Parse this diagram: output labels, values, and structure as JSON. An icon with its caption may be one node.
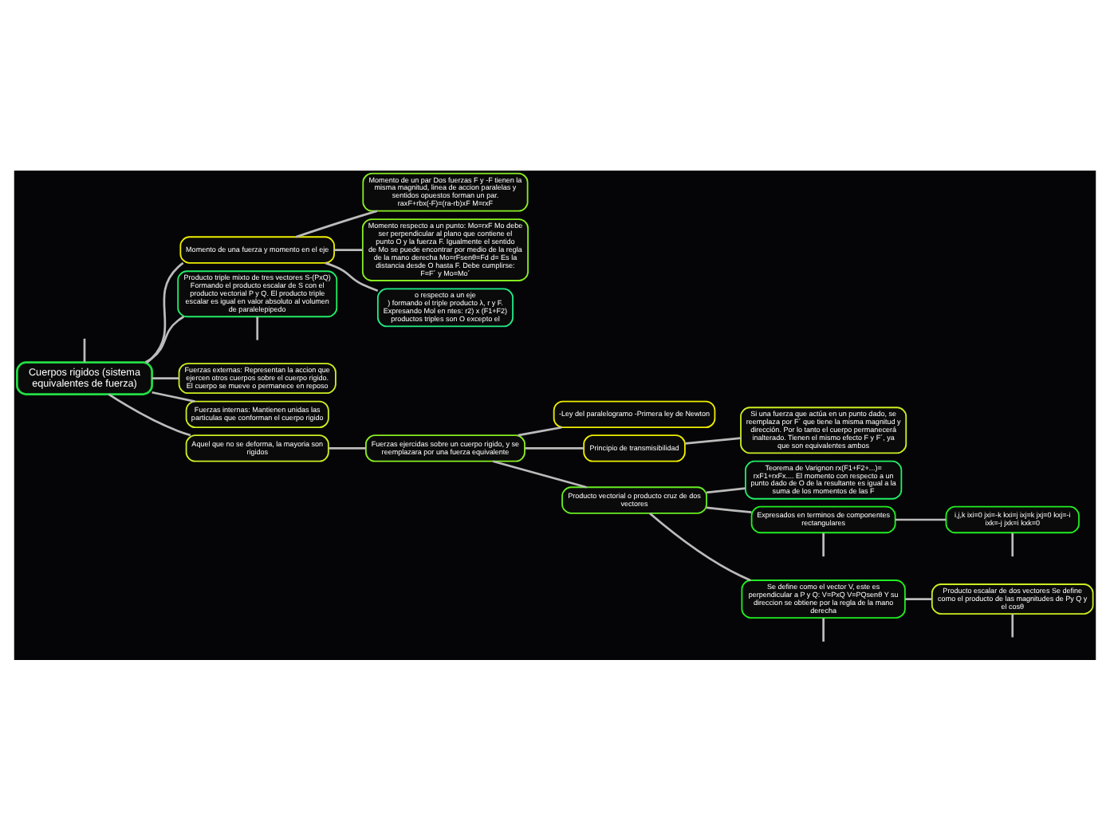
{
  "diagram": {
    "nodes": [
      {
        "text": [
          "Cuerpos rigidos (sistema equivalentes de fuerza)"
        ]
      },
      {
        "text": [
          "Momento de una fuerza y momento en el eje"
        ]
      },
      {
        "text": [
          "Momento de un par Dos fuerzas F y -F tienen la misma magnitud, linea de accion paralelas y sentidos opuestos forman un par. raxF+rbx(-F)=(ra-rb)xF M=rxF"
        ]
      },
      {
        "text": [
          "Momento respecto a un punto: Mo=rxF Mo debe ser perpendicular al plano que contiene el punto O y la fuerza F. Igualmente el sentido de Mo se puede encontrar por medio de la regla de la mano derecha Mo=rFsenθ=Fd d= Es la distancia desde O hasta F. Debe cumplirse: F=F´ y Mo=Mo´"
        ]
      },
      {
        "text": [
          "o respecto a un eje",
          ") formando el triple producto λ, r y F. Expresando Mol en ntes: r2) x (F1+F2) productos triples son O excepto el"
        ]
      },
      {
        "text": [
          "Producto triple mixto de tres vectores S-(PxQ) Formando el producto escalar de S con el producto vectorial P y Q. El producto triple escalar es igual en valor absoluto al volumen de paralelepipedo"
        ]
      },
      {
        "text": [
          "Fuerzas externas: Representan la accion que ejercen otros cuerpos sobre el cuerpo rigido. El cuerpo se mueve o permanece en reposo"
        ]
      },
      {
        "text": [
          "Fuerzas internas: Mantienen unidas las particulas que conforman el cuerpo rigido"
        ]
      },
      {
        "text": [
          "Aquel que no se deforma, la mayoria son rigidos"
        ]
      },
      {
        "text": [
          "Fuerzas ejercidas sobre un cuerpo rigido, y se reemplazara por una fuerza equivalente"
        ]
      },
      {
        "text": [
          "-Ley del paralelogramo -Primera ley de Newton"
        ]
      },
      {
        "text": [
          "Principio de transmisibilidad"
        ]
      },
      {
        "text": [
          "Si una fuerza que actúa en un punto dado, se reemplaza por F´ que tiene la misma magnitud y dirección. Por lo tanto el cuerpo permanecerá inalterado. Tienen el mismo efecto F y F´, ya que son equivalentes ambos"
        ]
      },
      {
        "text": [
          "Teorema de Varignon rx(F1+F2+...)= rxF1+rxFx.... El momento con respecto a un punto dado de O de la resultante es igual a la suma de los momentos de las F"
        ]
      },
      {
        "text": [
          "Producto vectorial o producto cruz de dos vectores"
        ]
      },
      {
        "text": [
          "Expresados en terminos de componentes rectangulares"
        ]
      },
      {
        "text": [
          "i,j,k ixi=0 jxi=-k kxi=j ixj=k jxj=0 kxj=-i ixk=-j jxk=i kxk=0"
        ]
      },
      {
        "text": [
          "Se define como el vector V, este es perpendicular a P y Q: V=PxQ V=PQsenθ Y su direccion se obtiene por la regla de la mano derecha"
        ]
      },
      {
        "text": [
          "Producto escalar de dos vectores Se define como el producto de las magnitudes de Py Q y el cosθ"
        ]
      }
    ],
    "edges": [
      {
        "from": 0,
        "to": 1,
        "arrow": "none"
      },
      {
        "from": 1,
        "to": 2,
        "arrow": "none"
      },
      {
        "from": 1,
        "to": 3,
        "arrow": "none"
      },
      {
        "from": 1,
        "to": 4,
        "arrow": "none"
      },
      {
        "from": null,
        "to": 0,
        "arrow": "none"
      },
      {
        "from": 0,
        "to": 5,
        "arrow": "none"
      },
      {
        "from": 5,
        "to": null,
        "arrow": "none"
      },
      {
        "from": 0,
        "to": 6,
        "arrow": "none"
      },
      {
        "from": 0,
        "to": 7,
        "arrow": "none"
      },
      {
        "from": 0,
        "to": 8,
        "arrow": "none"
      },
      {
        "from": 8,
        "to": 9,
        "arrow": "none"
      },
      {
        "from": 9,
        "to": 10,
        "arrow": "none"
      },
      {
        "from": 9,
        "to": 11,
        "arrow": "none"
      },
      {
        "from": 11,
        "to": 12,
        "arrow": "none"
      },
      {
        "from": 9,
        "to": 14,
        "arrow": "none"
      },
      {
        "from": 14,
        "to": 13,
        "arrow": "none"
      },
      {
        "from": 14,
        "to": 15,
        "arrow": "none"
      },
      {
        "from": 15,
        "to": 16,
        "arrow": "none"
      },
      {
        "from": 15,
        "to": null,
        "arrow": "none"
      },
      {
        "from": 16,
        "to": null,
        "arrow": "none"
      },
      {
        "from": 14,
        "to": 17,
        "arrow": "none"
      },
      {
        "from": 17,
        "to": 18,
        "arrow": "none"
      },
      {
        "from": 17,
        "to": null,
        "arrow": "none"
      },
      {
        "from": 18,
        "to": null,
        "arrow": "none"
      }
    ]
  }
}
